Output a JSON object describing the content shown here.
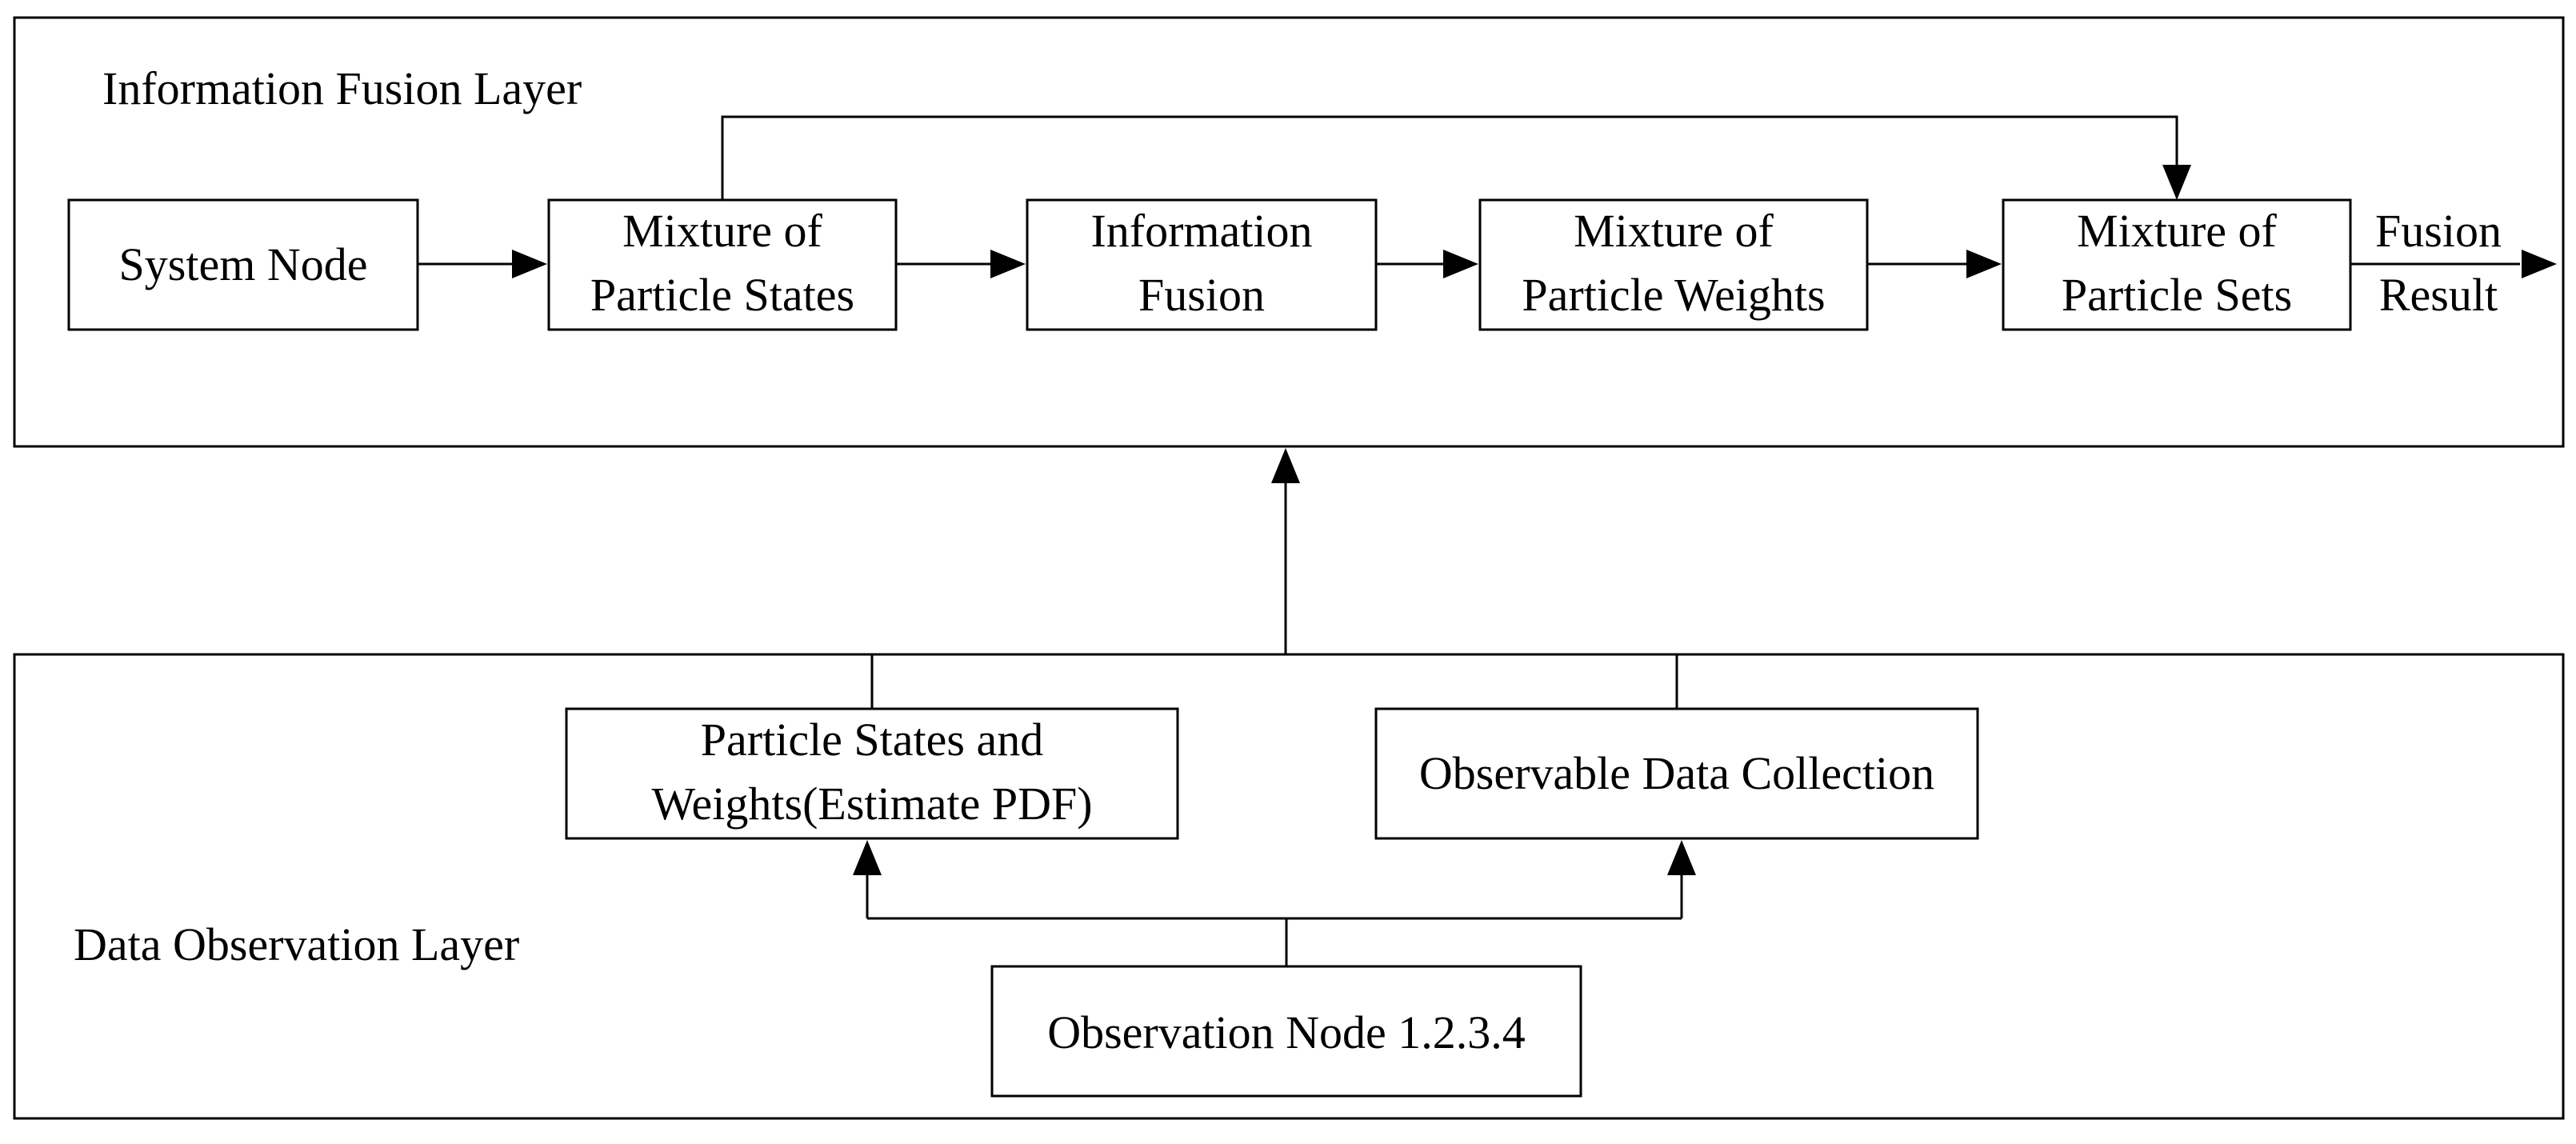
{
  "information_fusion_layer": {
    "title": "Information Fusion Layer",
    "nodes": {
      "system_node": [
        "System Node"
      ],
      "mixture_states": [
        "Mixture of",
        "Particle States"
      ],
      "information_fusion": [
        "Information",
        "Fusion"
      ],
      "mixture_weights": [
        "Mixture of",
        "Particle Weights"
      ],
      "mixture_sets": [
        "Mixture of",
        "Particle Sets"
      ]
    },
    "output_label": [
      "Fusion",
      "Result"
    ]
  },
  "data_observation_layer": {
    "title": "Data Observation Layer",
    "nodes": {
      "states_weights": [
        "Particle States and",
        "Weights(Estimate PDF)"
      ],
      "data_collection": [
        "Observable Data Collection"
      ],
      "observation_node": [
        "Observation Node 1.2.3.4"
      ]
    }
  }
}
